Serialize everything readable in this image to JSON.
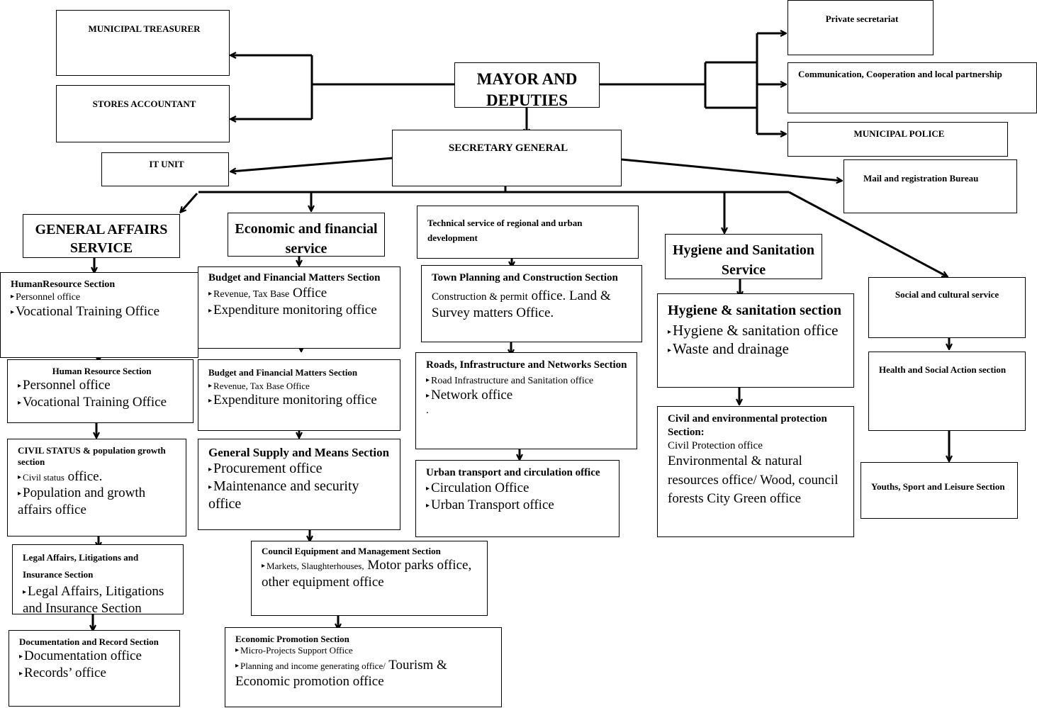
{
  "top": {
    "mayor": "MAYOR AND DEPUTIES",
    "municipal_treasurer": "MUNICIPAL TREASURER",
    "stores_accountant": "STORES ACCOUNTANT",
    "secretary_general": "SECRETARY GENERAL",
    "it_unit": "IT UNIT",
    "private_secretariat": "Private secretariat",
    "communication": "Communication, Cooperation and local partnership",
    "municipal_police": "MUNICIPAL POLICE",
    "mail_bureau": "Mail and  registration Bureau"
  },
  "general_affairs": {
    "title": "GENERAL AFFAIRS SERVICE",
    "hr1": {
      "title": "HumanResource Section",
      "items": [
        "Personnel office",
        "Vocational Training  Office"
      ]
    },
    "hr2": {
      "title": "Human Resource Section",
      "items": [
        "Personnel office",
        "Vocational Training Office"
      ]
    },
    "civil_status": {
      "title": "CIVIL STATUS & population growth section",
      "item1_small": "Civil status",
      "item1_big": " office.",
      "item2": "Population and growth affairs office"
    },
    "legal": {
      "title": "Legal Affairs, Litigations and Insurance Section",
      "items": [
        "Legal Affairs, Litigations and Insurance Section"
      ]
    },
    "documentation": {
      "title": "Documentation and Record Section",
      "items": [
        "Documentation office",
        "Records’ office"
      ]
    }
  },
  "economic": {
    "title": "Economic and financial service",
    "budget1": {
      "title": "Budget and Financial Matters Section",
      "item1_small": "Revenue, Tax Base",
      "item1_big": " Office",
      "item2": "Expenditure monitoring office"
    },
    "budget2": {
      "title": "Budget and Financial Matters Section",
      "item1": "Revenue, Tax Base Office",
      "item2": "Expenditure monitoring office"
    },
    "supply": {
      "title": "General Supply and Means Section",
      "items": [
        "Procurement office",
        "Maintenance and security office"
      ]
    },
    "equipment": {
      "title": "Council Equipment and Management Section",
      "item_small": "Markets, Slaughterhouses,",
      "item_big": " Motor parks office, other equipment office"
    },
    "promotion": {
      "title": "Economic Promotion Section",
      "item1": "Micro-Projects Support Office",
      "item2_small": "Planning and income generating office/",
      "item2_big": " Tourism & Economic promotion office"
    }
  },
  "technical": {
    "title": "Technical service of regional and urban development",
    "town_planning": {
      "title": "Town Planning and Construction Section",
      "text_small": "Construction & permit",
      "text_big": " office. Land & Survey matters Office."
    },
    "roads": {
      "title": "Roads, Infrastructure and Networks Section",
      "item1": "Road Infrastructure and Sanitation office",
      "item2": "Network office",
      "trailer": "."
    },
    "transport": {
      "title": "Urban transport and circulation office",
      "items": [
        "Circulation Office",
        "Urban Transport office"
      ]
    }
  },
  "hygiene": {
    "title": "Hygiene and Sanitation Service",
    "section": {
      "title": "Hygiene & sanitation section",
      "items": [
        "Hygiene & sanitation office",
        "Waste and drainage"
      ]
    },
    "civil_env": {
      "title": "Civil and environmental protection Section:",
      "line1": "Civil Protection office",
      "line2": "Environmental & natural resources office/ Wood, council forests City Green office"
    }
  },
  "social": {
    "title": "Social and cultural  service",
    "health": "Health and Social Action section",
    "youth": "Youths, Sport and Leisure Section"
  }
}
